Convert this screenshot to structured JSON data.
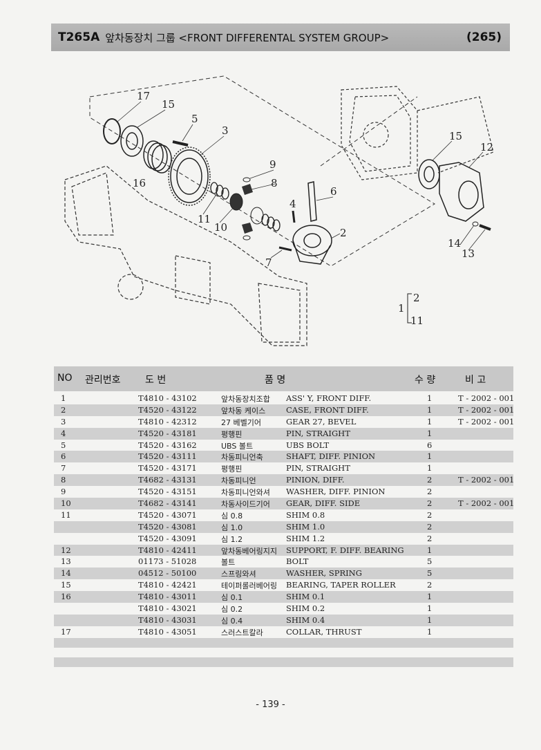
{
  "header": {
    "code": "T265A",
    "title": "앞차동장치 그룹 <FRONT DIFFERENTAL SYSTEM GROUP>",
    "page_ref": "(265)"
  },
  "diagram": {
    "callouts": [
      "17",
      "15",
      "5",
      "3",
      "16",
      "9",
      "8",
      "6",
      "4",
      "11",
      "10",
      "2",
      "7",
      "15",
      "12",
      "14",
      "13"
    ],
    "legend": {
      "parent": "1",
      "child_a": "2",
      "child_b": "11"
    }
  },
  "table": {
    "headers": {
      "no": "NO",
      "mgmt": "관리번호",
      "drawing": "도 번",
      "name": "품 명",
      "qty": "수 량",
      "remark": "비 고"
    },
    "rows": [
      {
        "no": "1",
        "part": "T4810 - 43102",
        "kor": "앞차동장치조합",
        "eng": "ASS' Y, FRONT DIFF.",
        "qty": "1",
        "rem": "T - 2002 - 001"
      },
      {
        "no": "2",
        "part": "T4520 - 43122",
        "kor": "앞차동 케이스",
        "eng": "CASE, FRONT DIFF.",
        "qty": "1",
        "rem": "T - 2002 - 001"
      },
      {
        "no": "3",
        "part": "T4810 - 42312",
        "kor": "27 베벨기어",
        "eng": "GEAR 27, BEVEL",
        "qty": "1",
        "rem": "T - 2002 - 001"
      },
      {
        "no": "4",
        "part": "T4520 - 43181",
        "kor": "평행핀",
        "eng": "PIN, STRAIGHT",
        "qty": "1",
        "rem": ""
      },
      {
        "no": "5",
        "part": "T4520 - 43162",
        "kor": "UBS 볼트",
        "eng": "UBS BOLT",
        "qty": "6",
        "rem": ""
      },
      {
        "no": "6",
        "part": "T4520 - 43111",
        "kor": "차동피니언축",
        "eng": "SHAFT, DIFF. PINION",
        "qty": "1",
        "rem": ""
      },
      {
        "no": "7",
        "part": "T4520 - 43171",
        "kor": "평행핀",
        "eng": "PIN, STRAIGHT",
        "qty": "1",
        "rem": ""
      },
      {
        "no": "8",
        "part": "T4682 - 43131",
        "kor": "차동피니언",
        "eng": "PINION, DIFF.",
        "qty": "2",
        "rem": "T - 2002 - 001"
      },
      {
        "no": "9",
        "part": "T4520 - 43151",
        "kor": "차동피니언와셔",
        "eng": "WASHER, DIFF. PINION",
        "qty": "2",
        "rem": ""
      },
      {
        "no": "10",
        "part": "T4682 - 43141",
        "kor": "차동사이드기어",
        "eng": "GEAR, DIFF. SIDE",
        "qty": "2",
        "rem": "T - 2002 - 001"
      },
      {
        "no": "11",
        "part": "T4520 - 43071",
        "kor": "심 0.8",
        "eng": "SHIM 0.8",
        "qty": "2",
        "rem": ""
      },
      {
        "no": "",
        "part": "T4520 - 43081",
        "kor": "심 1.0",
        "eng": "SHIM 1.0",
        "qty": "2",
        "rem": ""
      },
      {
        "no": "",
        "part": "T4520 - 43091",
        "kor": "심 1.2",
        "eng": "SHIM 1.2",
        "qty": "2",
        "rem": ""
      },
      {
        "no": "12",
        "part": "T4810 - 42411",
        "kor": "앞차동베어링지지",
        "eng": "SUPPORT, F. DIFF. BEARING",
        "qty": "1",
        "rem": ""
      },
      {
        "no": "13",
        "part": "01173 - 51028",
        "kor": "볼트",
        "eng": "BOLT",
        "qty": "5",
        "rem": ""
      },
      {
        "no": "14",
        "part": "04512 - 50100",
        "kor": "스프링와셔",
        "eng": "WASHER, SPRING",
        "qty": "5",
        "rem": ""
      },
      {
        "no": "15",
        "part": "T4810 - 42421",
        "kor": "테이퍼롤러베어링",
        "eng": "BEARING, TAPER ROLLER",
        "qty": "2",
        "rem": ""
      },
      {
        "no": "16",
        "part": "T4810 - 43011",
        "kor": "심 0.1",
        "eng": "SHIM 0.1",
        "qty": "1",
        "rem": ""
      },
      {
        "no": "",
        "part": "T4810 - 43021",
        "kor": "심 0.2",
        "eng": "SHIM 0.2",
        "qty": "1",
        "rem": ""
      },
      {
        "no": "",
        "part": "T4810 - 43031",
        "kor": "심 0.4",
        "eng": "SHIM 0.4",
        "qty": "1",
        "rem": ""
      },
      {
        "no": "17",
        "part": "T4810 - 43051",
        "kor": "스러스트칼라",
        "eng": "COLLAR, THRUST",
        "qty": "1",
        "rem": ""
      }
    ]
  },
  "footer": {
    "page_number": "- 139 -"
  }
}
